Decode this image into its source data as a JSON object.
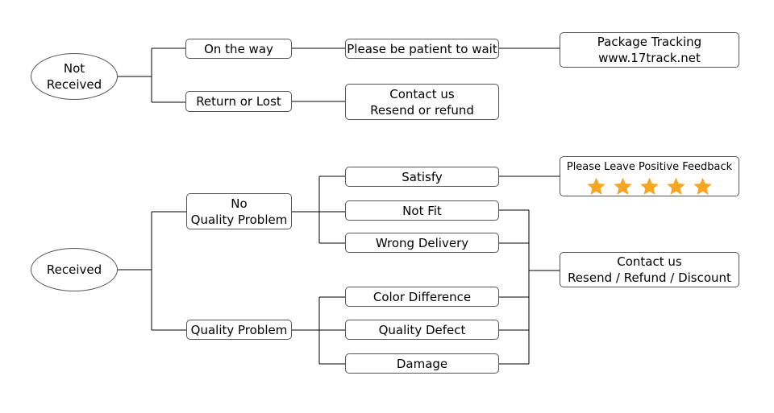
{
  "colors": {
    "line": "#000000",
    "border": "#555555",
    "star": "#f5a623"
  },
  "not_received": {
    "root": [
      "Not",
      "Received"
    ],
    "on_the_way": "On the way",
    "patient": "Please be patient to wait",
    "tracking": [
      "Package Tracking",
      "www.17track.net"
    ],
    "return_lost": "Return or Lost",
    "contact_resend": [
      "Contact us",
      "Resend or refund"
    ]
  },
  "received": {
    "root": "Received",
    "no_quality": [
      "No",
      "Quality Problem"
    ],
    "quality": "Quality Problem",
    "satisfy": "Satisfy",
    "not_fit": "Not Fit",
    "wrong_delivery": "Wrong Delivery",
    "color_difference": "Color Difference",
    "quality_defect": "Quality Defect",
    "damage": "Damage",
    "feedback": "Please Leave Positive Feedback",
    "star_icon": "star-icon",
    "star_count": 5,
    "contact_discount": [
      "Contact us",
      "Resend / Refund / Discount"
    ]
  }
}
